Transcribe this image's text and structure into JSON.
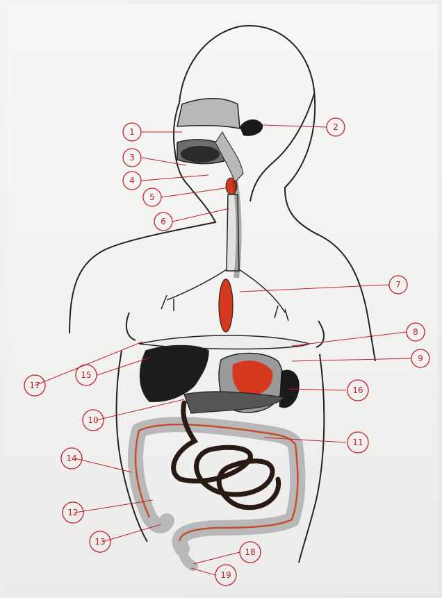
{
  "labels": [
    {
      "num": "1"
    },
    {
      "num": "2"
    },
    {
      "num": "3"
    },
    {
      "num": "4"
    },
    {
      "num": "5"
    },
    {
      "num": "6"
    },
    {
      "num": "7"
    },
    {
      "num": "8"
    },
    {
      "num": "9"
    },
    {
      "num": "10"
    },
    {
      "num": "11"
    },
    {
      "num": "12"
    },
    {
      "num": "13"
    },
    {
      "num": "14"
    },
    {
      "num": "15"
    },
    {
      "num": "16"
    },
    {
      "num": "17"
    },
    {
      "num": "18"
    },
    {
      "num": "19"
    }
  ],
  "colors": {
    "label_red": "#c0202a",
    "organ_red": "#d6381f",
    "dark_organ": "#1c1c1c",
    "grey_fill": "#b8b8b8",
    "outline": "#222222"
  }
}
